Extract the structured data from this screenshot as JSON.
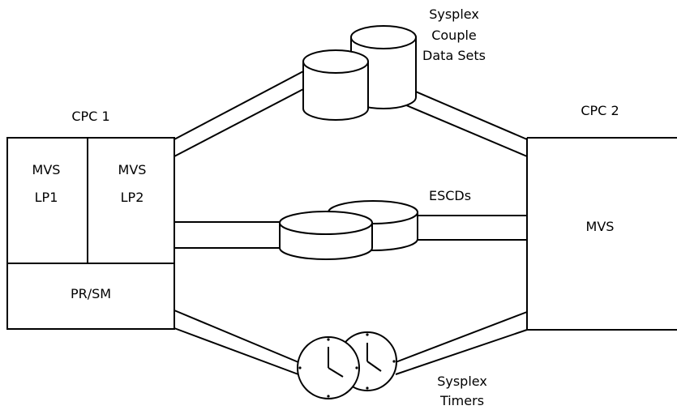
{
  "cpc1": {
    "title": "CPC 1",
    "partition1": {
      "line1": "MVS",
      "line2": "LP1"
    },
    "partition2": {
      "line1": "MVS",
      "line2": "LP2"
    },
    "hypervisor": "PR/SM"
  },
  "cpc2": {
    "title": "CPC 2",
    "system": "MVS"
  },
  "couple_data_sets": {
    "line1": "Sysplex",
    "line2": "Couple",
    "line3": "Data Sets"
  },
  "escds": {
    "label": "ESCDs"
  },
  "timers": {
    "line1": "Sysplex",
    "line2": "Timers"
  }
}
